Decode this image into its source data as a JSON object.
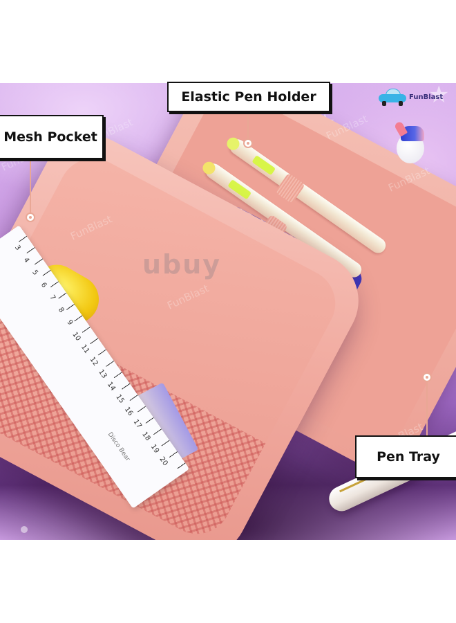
{
  "brand": {
    "logo_text": "FunBlast",
    "logo_icon": "car-icon",
    "mascot": "unicorn"
  },
  "watermarks": {
    "repeated_text": "FunBlast",
    "center_text": "ubuy"
  },
  "callouts": [
    {
      "id": "elastic-pen-holder",
      "label": "Elastic Pen Holder"
    },
    {
      "id": "mesh-pocket",
      "label": "Mesh Pocket"
    },
    {
      "id": "pen-tray",
      "label": "Pen Tray"
    }
  ],
  "ruler": {
    "numbers": [
      "3",
      "4",
      "5",
      "6",
      "7",
      "8",
      "9",
      "10",
      "11",
      "12",
      "13",
      "14",
      "15",
      "16",
      "17",
      "18",
      "19",
      "20"
    ],
    "brand": "Disco Bear"
  },
  "colors": {
    "background_top": "#d9b2ee",
    "background_bottom": "#5e3178",
    "case_pink": "#f1aba0",
    "callout_border": "#111111",
    "connector": "#e9a795",
    "pencil_blue": "#3d37b8",
    "highlighter_yellow": "#f2c812"
  }
}
